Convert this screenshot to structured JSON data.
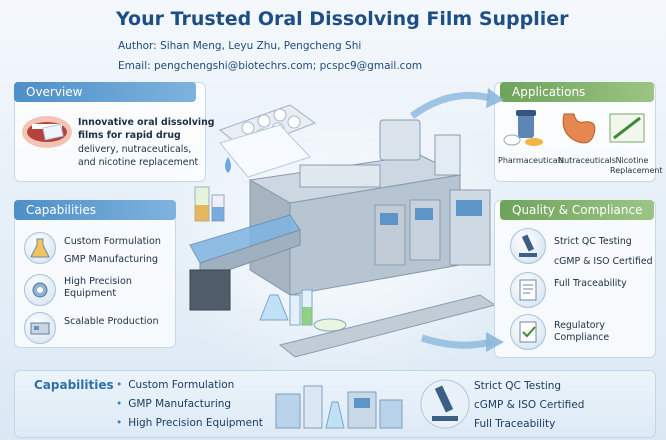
{
  "header": {
    "title": "Your Trusted Oral Dissolving Film Supplier",
    "author_label": "Author:",
    "author_value": "Sihan Meng, Leyu Zhu, Pengcheng Shi",
    "email_label": "Email:",
    "email_value": "pengchengshi@biotechrs.com; pcspc9@gmail.com"
  },
  "overview": {
    "title": "Overview",
    "line1": "Innovative oral dissolving",
    "line2": "films for rapid drug",
    "line3": "delivery, nutraceuticals,",
    "line4": "and nicotine replacement"
  },
  "capabilities": {
    "title": "Capabilities",
    "items": [
      {
        "label": "Custom Formulation",
        "icon": "flask-icon"
      },
      {
        "label": "GMP Manufacturing",
        "icon": "factory-icon"
      },
      {
        "label1": "High Precision",
        "label2": "Equipment",
        "icon": "gear-icon"
      },
      {
        "label": "Scalable Production",
        "icon": "machine-icon"
      }
    ]
  },
  "applications": {
    "title": "Applications",
    "items": [
      {
        "label": "Pharmaceuticals",
        "icon": "pills-icon"
      },
      {
        "label": "Nutraceuticals",
        "icon": "stomach-icon"
      },
      {
        "label1": "Nicotine",
        "label2": "Replacement",
        "icon": "film-strip-icon"
      }
    ]
  },
  "quality": {
    "title": "Quality & Compliance",
    "items": [
      {
        "label": "Strict QC Testing",
        "icon": "microscope-icon"
      },
      {
        "label": "cGMP & ISO Certified",
        "icon": "certificate-icon"
      },
      {
        "label": "Full Traceability",
        "icon": "document-icon"
      },
      {
        "label1": "Regulatory",
        "label2": "Compliance",
        "icon": "checklist-icon"
      }
    ]
  },
  "bottom": {
    "title": "Capabilities",
    "left_items": [
      "Custom Formulation",
      "GMP Manufacturing",
      "High Precision Equipment"
    ],
    "right_items": [
      "Strict QC Testing",
      "cGMP & ISO Certified",
      "Full Traceability"
    ]
  },
  "colors": {
    "title_blue": "#1d4f86",
    "header_blue": "#4d8fc8",
    "header_green": "#6ea35a"
  }
}
